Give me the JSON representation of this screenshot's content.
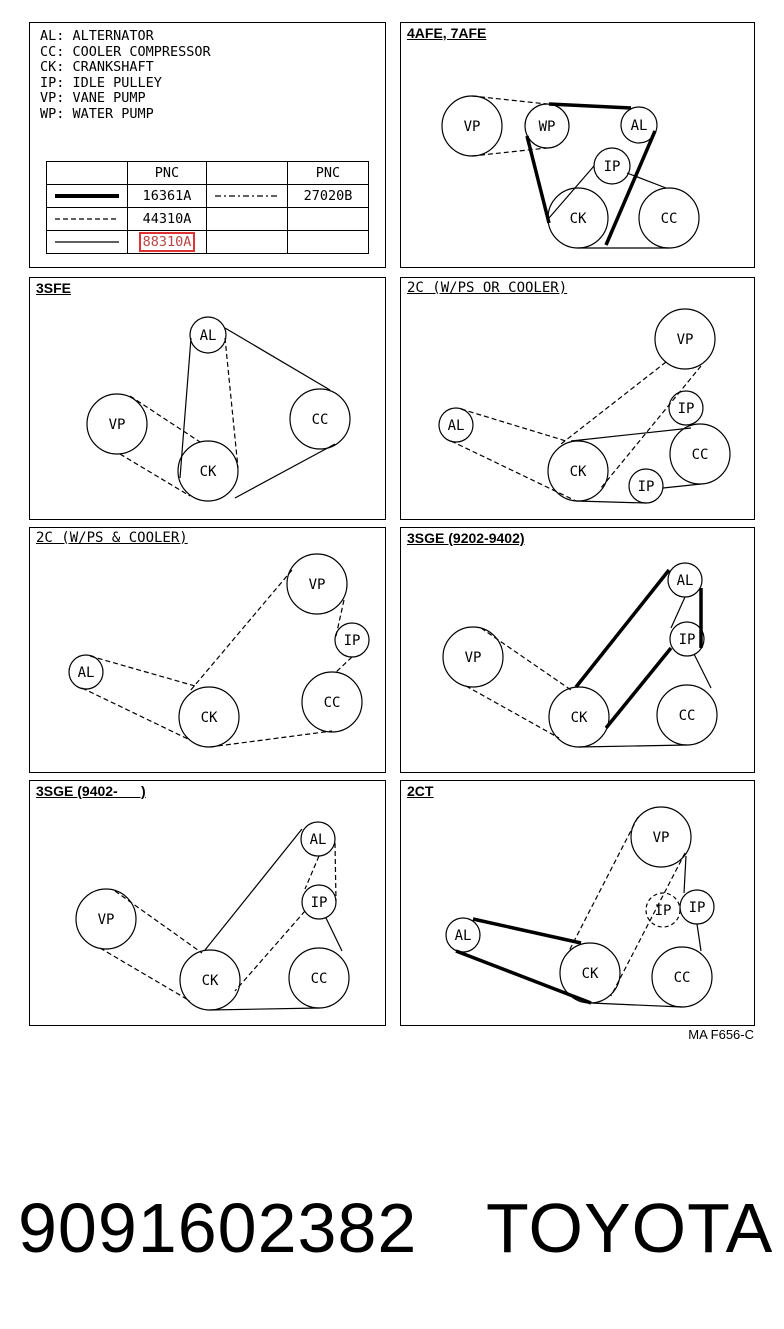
{
  "legend": {
    "abbreviations": [
      {
        "label": "AL: ALTERNATOR"
      },
      {
        "label": "CC: COOLER COMPRESSOR"
      },
      {
        "label": "CK: CRANKSHAFT"
      },
      {
        "label": "IP: IDLE PULLEY"
      },
      {
        "label": "VP: VANE PUMP"
      },
      {
        "label": "WP: WATER PUMP"
      }
    ],
    "pnc_header": "PNC",
    "pnc_header_2": "PNC",
    "pnc_thick": "16361A",
    "pnc_dashed": "44310A",
    "pnc_thin": "88310A",
    "pnc_dashdot": "27020B"
  },
  "panels": {
    "p1": {
      "title": "4AFE, 7AFE"
    },
    "p2": {
      "title": "3SFE"
    },
    "p3": {
      "title": "2C (W/PS OR COOLER)"
    },
    "p4": {
      "title": "2C (W/PS & COOLER)"
    },
    "p5": {
      "title": "3SGE (9202-9402)"
    },
    "p6": {
      "title": "3SGE (9402-      )"
    },
    "p7": {
      "title": "2CT"
    }
  },
  "figure_code": "MA F656-C",
  "caption": {
    "part_number": "9091602382",
    "brand": "TOYOTA"
  },
  "colors": {
    "line": "#000000",
    "highlight": "#d33333"
  }
}
